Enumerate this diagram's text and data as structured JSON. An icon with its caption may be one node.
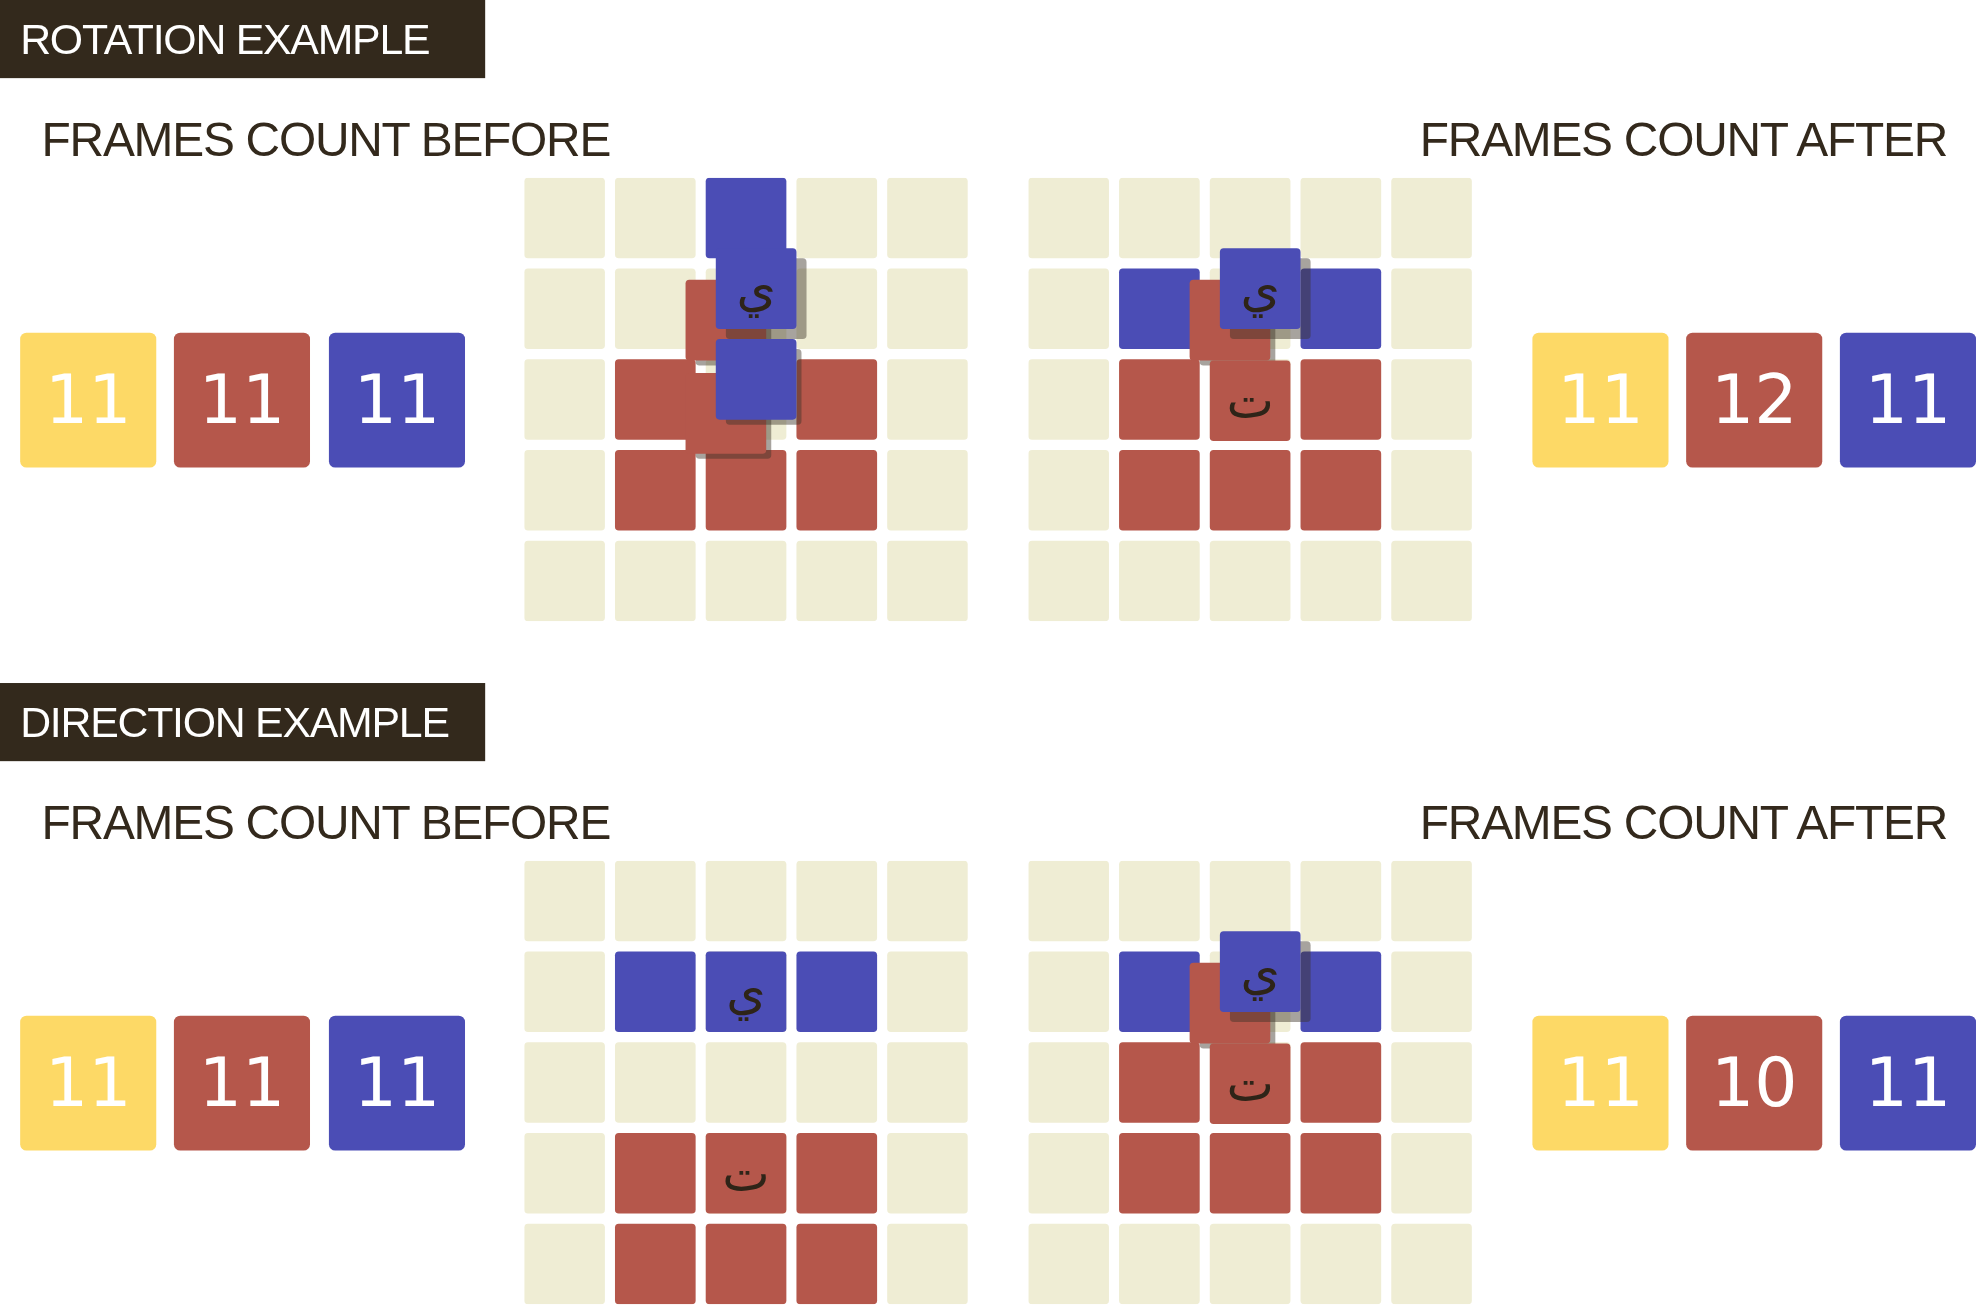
{
  "diagram": {
    "nodes": [
      {
        "text": [
          "ROTATION EXAMPLE"
        ]
      },
      {
        "text": [
          "11"
        ]
      },
      {
        "text": [
          "11"
        ]
      },
      {
        "text": [
          "11"
        ]
      },
      {
        "text": [
          "ي"
        ]
      },
      {
        "text": [
          "ي"
        ]
      },
      {
        "text": [
          "ت"
        ]
      },
      {
        "text": [
          "11"
        ]
      },
      {
        "text": [
          "12"
        ]
      },
      {
        "text": [
          "11"
        ]
      },
      {
        "text": [
          "DIRECTION EXAMPLE"
        ]
      },
      {
        "text": [
          "11"
        ]
      },
      {
        "text": [
          "11"
        ]
      },
      {
        "text": [
          "11"
        ]
      },
      {
        "text": [
          "ي"
        ]
      },
      {
        "text": [
          "ت"
        ]
      },
      {
        "text": [
          "ي"
        ]
      },
      {
        "text": [
          "ت"
        ]
      },
      {
        "text": [
          "11"
        ]
      },
      {
        "text": [
          "10"
        ]
      },
      {
        "text": [
          "11"
        ]
      }
    ],
    "labels": [
      "FRAMES COUNT BEFORE",
      "FRAMES COUNT AFTER",
      "FRAMES COUNT BEFORE",
      "FRAMES COUNT AFTER"
    ]
  }
}
